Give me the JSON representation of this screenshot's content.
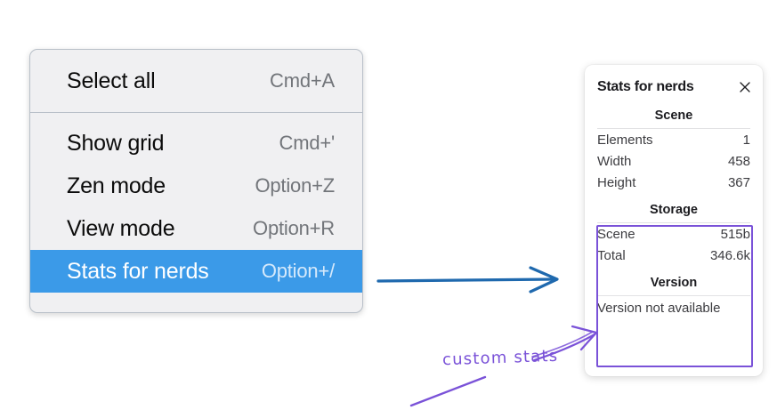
{
  "context_menu": {
    "name": "canvas-context-menu",
    "groups": [
      {
        "items": [
          {
            "label": "Select all",
            "shortcut": "Cmd+A",
            "selected": false
          }
        ]
      },
      {
        "items": [
          {
            "label": "Show grid",
            "shortcut": "Cmd+'",
            "selected": false
          },
          {
            "label": "Zen mode",
            "shortcut": "Option+Z",
            "selected": false
          },
          {
            "label": "View mode",
            "shortcut": "Option+R",
            "selected": false
          },
          {
            "label": "Stats for nerds",
            "shortcut": "Option+/",
            "selected": true
          }
        ]
      }
    ]
  },
  "stats_panel": {
    "title": "Stats for nerds",
    "close_icon": "close-icon",
    "sections": [
      {
        "heading": "Scene",
        "rows": [
          {
            "label": "Elements",
            "value": "1"
          },
          {
            "label": "Width",
            "value": "458"
          },
          {
            "label": "Height",
            "value": "367"
          }
        ]
      },
      {
        "heading": "Storage",
        "rows": [
          {
            "label": "Scene",
            "value": "515b"
          },
          {
            "label": "Total",
            "value": "346.6k"
          }
        ]
      },
      {
        "heading": "Version",
        "text": "Version not available"
      }
    ]
  },
  "annotations": {
    "custom_stats_label": "custom stats",
    "blue_arrow": "arrow-menu-to-panel",
    "purple_arrow": "arrow-label-to-box",
    "purple_underline": "underline-stroke"
  },
  "colors": {
    "menu_background": "#f0f0f2",
    "menu_highlight": "#3b9ae8",
    "menu_text": "#0b0b0b",
    "menu_shortcut": "#72757a",
    "panel_background": "#ffffff",
    "panel_text": "#3c3c40",
    "accent_purple": "#7a52d8",
    "accent_blue": "#1f69ae"
  }
}
